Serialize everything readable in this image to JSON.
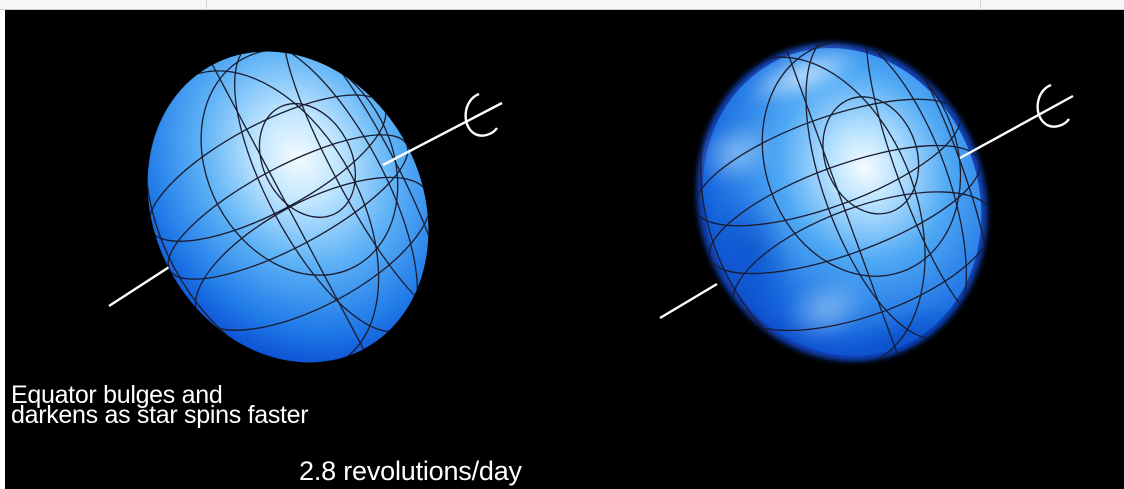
{
  "image": {
    "caption_line1": "Equator bulges and",
    "caption_line2": "darkens as star spins faster",
    "rotation_rate": "2.8 revolutions/day"
  },
  "colors": {
    "background": "#000000",
    "star_bright": "#f2faff",
    "star_mid": "#4aa6f4",
    "star_edge": "#0a4fd6",
    "grid": "#1a1a2a",
    "axis": "#ffffff",
    "text": "#ffffff"
  }
}
